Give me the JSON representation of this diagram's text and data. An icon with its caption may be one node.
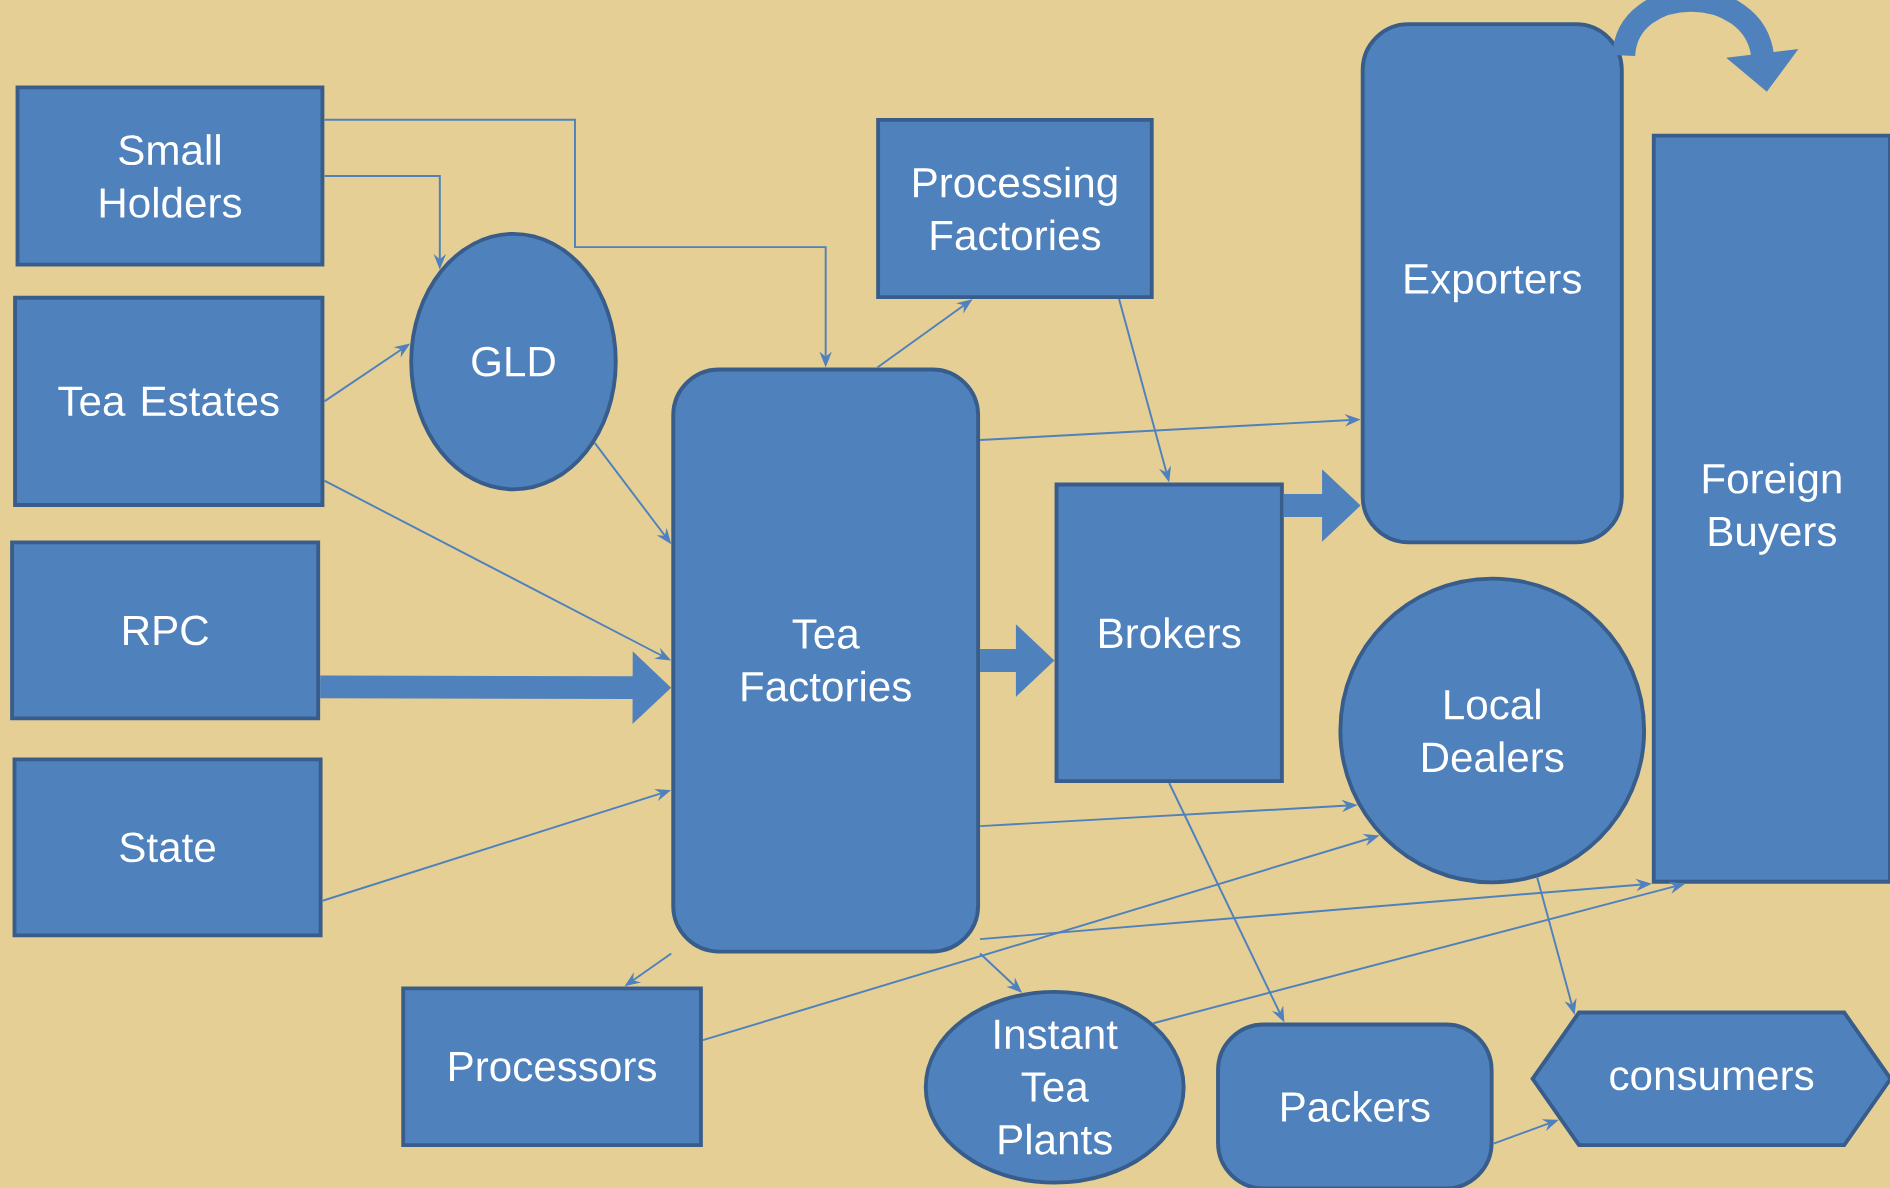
{
  "diagram": {
    "nodes": [
      {
        "text": [
          "Small Holders"
        ]
      },
      {
        "text": [
          "Tea Estates"
        ]
      },
      {
        "text": [
          "GLD"
        ]
      },
      {
        "text": [
          "RPC"
        ]
      },
      {
        "text": [
          "State"
        ]
      },
      {
        "text": [
          "Processing Factories"
        ]
      },
      {
        "text": [
          "Tea Factories"
        ]
      },
      {
        "text": [
          "Brokers"
        ]
      },
      {
        "text": [
          "Exporters"
        ]
      },
      {
        "text": [
          "Foreign Buyers"
        ]
      },
      {
        "text": [
          "Local Dealers"
        ]
      },
      {
        "text": [
          "Processors"
        ]
      },
      {
        "text": [
          "Instant Tea Plants"
        ]
      },
      {
        "text": [
          "Packers"
        ]
      },
      {
        "text": [
          "consumers"
        ]
      }
    ],
    "edges": [
      {
        "from": 0,
        "to": 2,
        "arrow": "to"
      },
      {
        "from": 0,
        "to": 6,
        "arrow": "to"
      },
      {
        "from": 1,
        "to": 2,
        "arrow": "to"
      },
      {
        "from": 1,
        "to": 6,
        "arrow": "to"
      },
      {
        "from": 2,
        "to": 6,
        "arrow": "to"
      },
      {
        "from": 3,
        "to": 6,
        "arrow": "to",
        "style": "thick"
      },
      {
        "from": 4,
        "to": 6,
        "arrow": "to"
      },
      {
        "from": 6,
        "to": 5,
        "arrow": "to"
      },
      {
        "from": 5,
        "to": 7,
        "arrow": "to"
      },
      {
        "from": 6,
        "to": 8,
        "arrow": "to"
      },
      {
        "from": 6,
        "to": 7,
        "arrow": "to",
        "style": "thick"
      },
      {
        "from": 7,
        "to": 8,
        "arrow": "to",
        "style": "thick"
      },
      {
        "from": 8,
        "to": 9,
        "arrow": "to",
        "style": "thick"
      },
      {
        "from": 6,
        "to": 10,
        "arrow": "to"
      },
      {
        "from": 6,
        "to": 9,
        "arrow": "to"
      },
      {
        "from": 6,
        "to": 11,
        "arrow": "to"
      },
      {
        "from": 6,
        "to": 12,
        "arrow": "to"
      },
      {
        "from": 11,
        "to": 10,
        "arrow": "to"
      },
      {
        "from": 12,
        "to": 9,
        "arrow": "to"
      },
      {
        "from": 7,
        "to": 13,
        "arrow": "to"
      },
      {
        "from": 10,
        "to": 14,
        "arrow": "to"
      },
      {
        "from": 13,
        "to": 14,
        "arrow": "to"
      }
    ]
  }
}
